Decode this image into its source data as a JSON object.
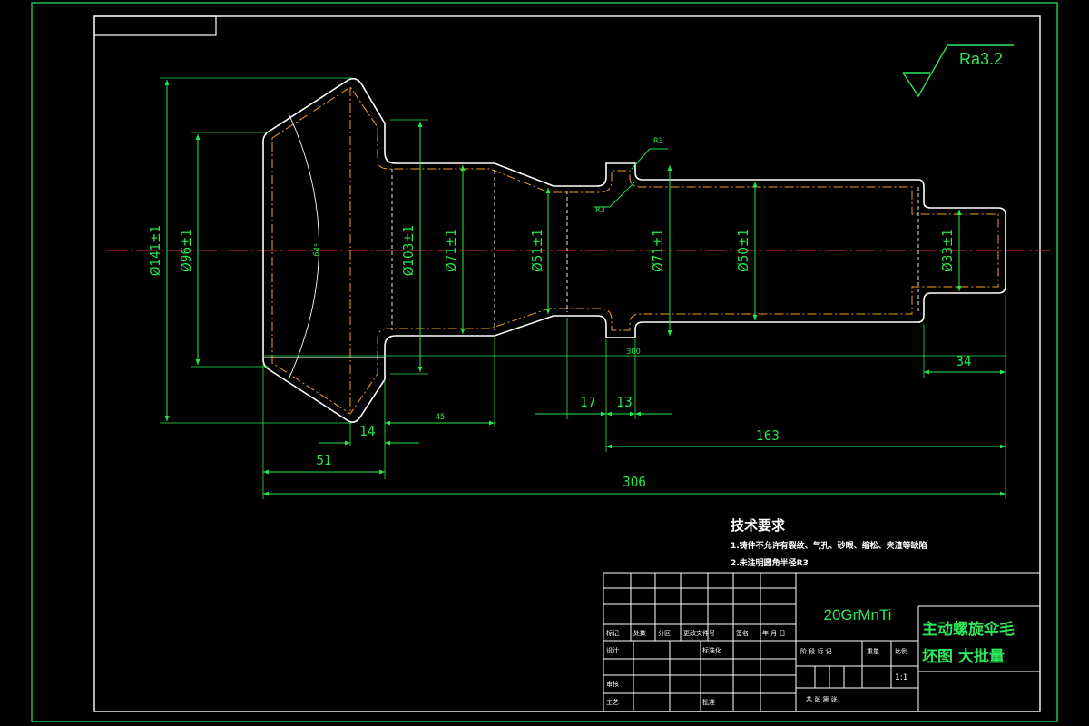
{
  "surface_finish": "Ra3.2",
  "dimensions": {
    "dia141": "Ø141±1",
    "dia96": "Ø96±1",
    "dia103": "Ø103±1",
    "dia71a": "Ø71±1",
    "dia51": "Ø51±1",
    "dia71b": "Ø71±1",
    "dia50": "Ø50±1",
    "dia33": "Ø33±1",
    "r3_top": "R3",
    "r3_bottom": "R3",
    "angle": "64°",
    "len14": "14",
    "len45": "45",
    "len51": "51",
    "len17": "17",
    "len13": "13",
    "len300": "300",
    "len163": "163",
    "len306": "306",
    "len34": "34"
  },
  "tech_requirements": {
    "title": "技术要求",
    "items": [
      "1.铸件不允许有裂纹、气孔、砂眼、缩松、夹渣等缺陷",
      "2.未注明圆角半径R3"
    ]
  },
  "title_block": {
    "material": "20GrMnTi",
    "part_name_line1": "主动螺旋伞毛",
    "part_name_line2": "坯图 大批量",
    "scale": "1:1",
    "row_labels": [
      "标记",
      "处数",
      "分区",
      "更改文件号",
      "签名",
      "年 月 日"
    ],
    "designer_label": "设计",
    "standardize_label": "标准化",
    "review_label": "审核",
    "process_label": "工艺",
    "approve_label": "批准",
    "stage_label": "阶 段 标 记",
    "weight_label": "重量",
    "ratio_label": "比例",
    "sheet_label": "共   张   第   张"
  },
  "colors": {
    "frame": "#1fd04a",
    "outline": "#ffffff",
    "centerline": "#e53030",
    "hidden": "#f0a020",
    "dimension": "#25e84a"
  }
}
